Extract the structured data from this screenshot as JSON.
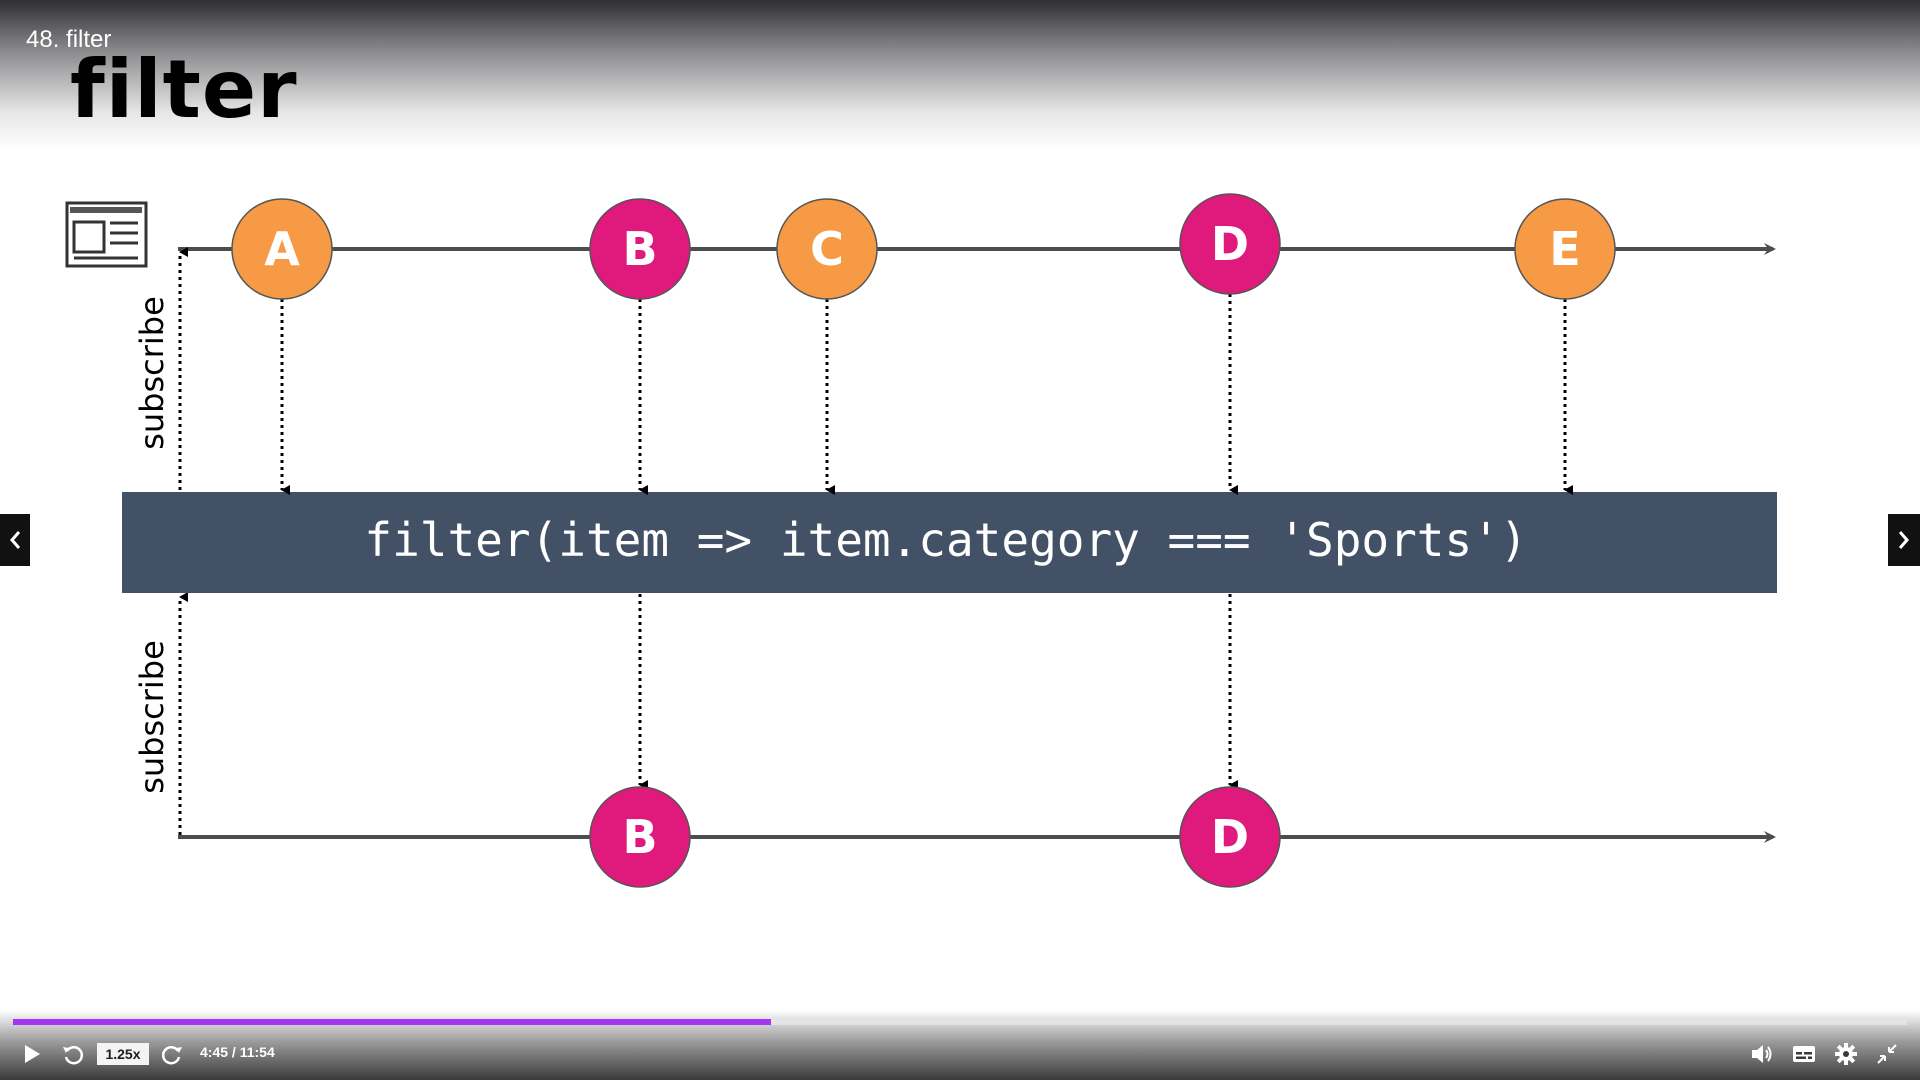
{
  "lecture": {
    "title": "48. filter"
  },
  "slide": {
    "title": "filter",
    "operator_code": "filter(item => item.category === 'Sports')",
    "subscribe_label": "subscribe",
    "input_marbles": [
      {
        "label": "A",
        "color": "#f79a45",
        "category_match": false
      },
      {
        "label": "B",
        "color": "#e0197d",
        "category_match": true
      },
      {
        "label": "C",
        "color": "#f79a45",
        "category_match": false
      },
      {
        "label": "D",
        "color": "#e0197d",
        "category_match": true
      },
      {
        "label": "E",
        "color": "#f79a45",
        "category_match": false
      }
    ],
    "output_marbles": [
      {
        "label": "B",
        "color": "#e0197d"
      },
      {
        "label": "D",
        "color": "#e0197d"
      }
    ],
    "colors": {
      "operator_box": "#425166",
      "timeline": "#4d4d4d",
      "orange": "#f79a45",
      "magenta": "#e0197d"
    }
  },
  "player": {
    "speed": "1.25x",
    "current_time": "4:45",
    "separator": " / ",
    "duration": "11:54",
    "progress_played_fraction": 0.4,
    "progress_buffered_fraction": 0.4,
    "accent_color": "#a435f0"
  },
  "icons": {
    "play": "play-icon",
    "rewind": "rewind-icon",
    "forward": "forward-icon",
    "volume": "volume-icon",
    "captions": "captions-icon",
    "settings": "gear-icon",
    "fullscreen": "exit-fullscreen-icon",
    "prev": "chevron-left-icon",
    "next": "chevron-right-icon",
    "source": "news-feed-icon"
  }
}
